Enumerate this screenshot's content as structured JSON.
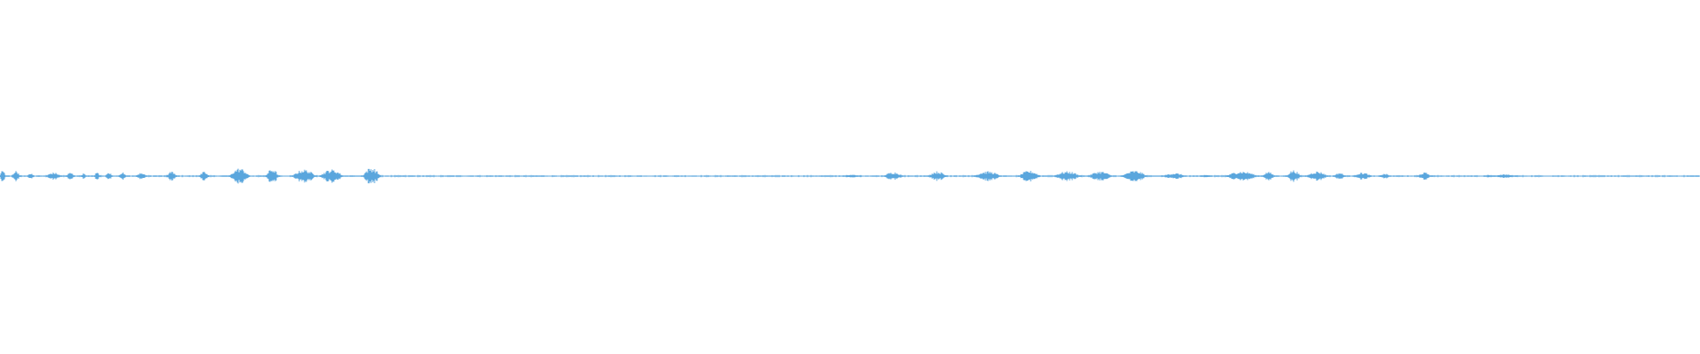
{
  "waveform": {
    "color": "#5aa6dd",
    "background": "#ffffff",
    "segments": [
      {
        "start": 0.0,
        "end": 0.003,
        "amplitude": 0.55
      },
      {
        "start": 0.007,
        "end": 0.012,
        "amplitude": 0.45
      },
      {
        "start": 0.016,
        "end": 0.02,
        "amplitude": 0.25
      },
      {
        "start": 0.027,
        "end": 0.036,
        "amplitude": 0.3
      },
      {
        "start": 0.039,
        "end": 0.044,
        "amplitude": 0.3
      },
      {
        "start": 0.048,
        "end": 0.051,
        "amplitude": 0.25
      },
      {
        "start": 0.055,
        "end": 0.059,
        "amplitude": 0.3
      },
      {
        "start": 0.062,
        "end": 0.066,
        "amplitude": 0.3
      },
      {
        "start": 0.07,
        "end": 0.074,
        "amplitude": 0.35
      },
      {
        "start": 0.08,
        "end": 0.086,
        "amplitude": 0.35
      },
      {
        "start": 0.098,
        "end": 0.104,
        "amplitude": 0.4
      },
      {
        "start": 0.117,
        "end": 0.123,
        "amplitude": 0.35
      },
      {
        "start": 0.135,
        "end": 0.147,
        "amplitude": 0.65
      },
      {
        "start": 0.156,
        "end": 0.164,
        "amplitude": 0.6
      },
      {
        "start": 0.172,
        "end": 0.186,
        "amplitude": 0.55
      },
      {
        "start": 0.188,
        "end": 0.202,
        "amplitude": 0.55
      },
      {
        "start": 0.213,
        "end": 0.224,
        "amplitude": 0.7
      },
      {
        "start": 0.496,
        "end": 0.507,
        "amplitude": 0.12
      },
      {
        "start": 0.52,
        "end": 0.531,
        "amplitude": 0.35
      },
      {
        "start": 0.546,
        "end": 0.557,
        "amplitude": 0.4
      },
      {
        "start": 0.573,
        "end": 0.589,
        "amplitude": 0.4
      },
      {
        "start": 0.599,
        "end": 0.612,
        "amplitude": 0.45
      },
      {
        "start": 0.62,
        "end": 0.636,
        "amplitude": 0.4
      },
      {
        "start": 0.64,
        "end": 0.654,
        "amplitude": 0.4
      },
      {
        "start": 0.66,
        "end": 0.675,
        "amplitude": 0.45
      },
      {
        "start": 0.684,
        "end": 0.698,
        "amplitude": 0.25
      },
      {
        "start": 0.707,
        "end": 0.713,
        "amplitude": 0.1
      },
      {
        "start": 0.721,
        "end": 0.74,
        "amplitude": 0.4
      },
      {
        "start": 0.742,
        "end": 0.75,
        "amplitude": 0.35
      },
      {
        "start": 0.757,
        "end": 0.765,
        "amplitude": 0.5
      },
      {
        "start": 0.768,
        "end": 0.781,
        "amplitude": 0.4
      },
      {
        "start": 0.785,
        "end": 0.791,
        "amplitude": 0.3
      },
      {
        "start": 0.796,
        "end": 0.807,
        "amplitude": 0.3
      },
      {
        "start": 0.811,
        "end": 0.818,
        "amplitude": 0.2
      },
      {
        "start": 0.834,
        "end": 0.842,
        "amplitude": 0.3
      },
      {
        "start": 0.873,
        "end": 0.879,
        "amplitude": 0.1
      },
      {
        "start": 0.879,
        "end": 0.892,
        "amplitude": 0.15
      }
    ]
  }
}
